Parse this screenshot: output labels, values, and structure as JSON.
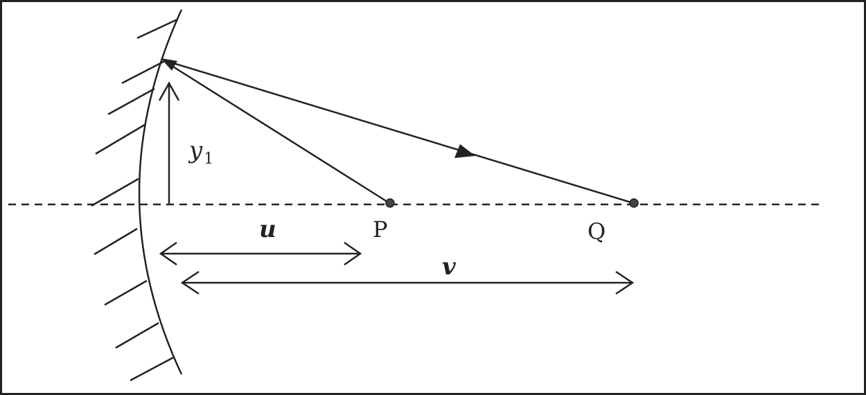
{
  "labels": {
    "height": "y",
    "height_subscript": "1",
    "object_distance": "u",
    "image_distance": "v",
    "object_point": "P",
    "image_point": "Q"
  },
  "colors": {
    "stroke": "#222222",
    "point_fill": "#444444",
    "background": "#ffffff"
  },
  "icons": {
    "mirror": "concave-mirror",
    "ray_arrow": "arrowhead",
    "axis": "dashed-line"
  }
}
